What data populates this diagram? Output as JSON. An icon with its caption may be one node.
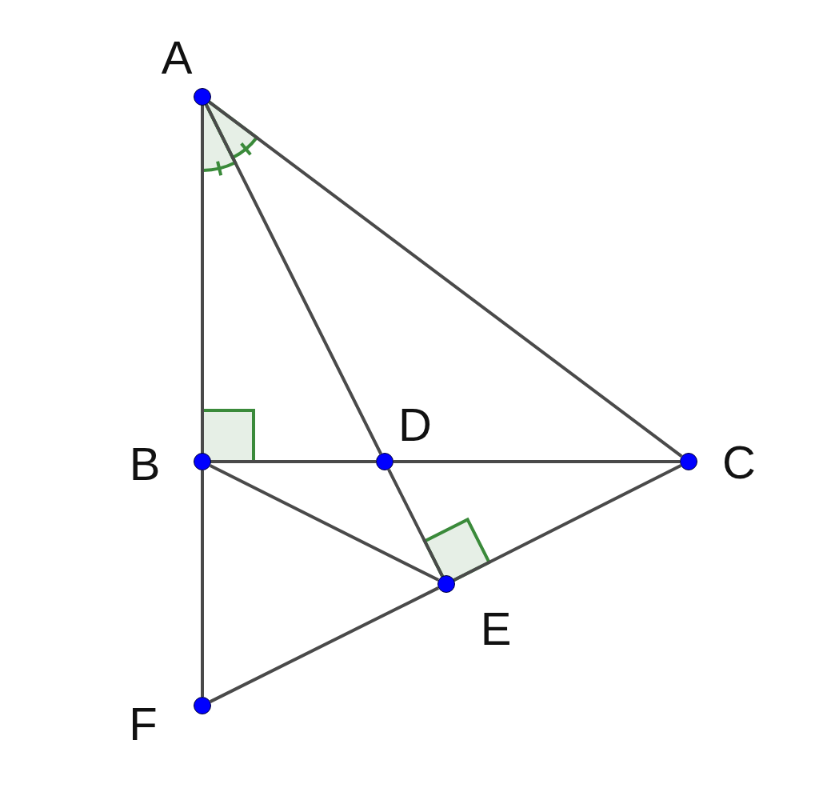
{
  "diagram": {
    "nodes": [
      {
        "text": [
          "A"
        ]
      },
      {
        "text": [
          "B"
        ]
      },
      {
        "text": [
          "D"
        ]
      },
      {
        "text": [
          "C"
        ]
      },
      {
        "text": [
          "E"
        ]
      },
      {
        "text": [
          "F"
        ]
      }
    ],
    "edges": [
      {
        "from": 0,
        "to": 1,
        "arrow": "none"
      },
      {
        "from": 1,
        "to": 5,
        "arrow": "none"
      },
      {
        "from": 0,
        "to": 3,
        "arrow": "none"
      },
      {
        "from": 0,
        "to": 2,
        "arrow": "none"
      },
      {
        "from": 2,
        "to": 4,
        "arrow": "none"
      },
      {
        "from": 1,
        "to": 2,
        "arrow": "none"
      },
      {
        "from": 2,
        "to": 3,
        "arrow": "none"
      },
      {
        "from": 1,
        "to": 4,
        "arrow": "none"
      },
      {
        "from": 3,
        "to": 4,
        "arrow": "none"
      },
      {
        "from": 4,
        "to": 5,
        "arrow": "none"
      }
    ]
  }
}
